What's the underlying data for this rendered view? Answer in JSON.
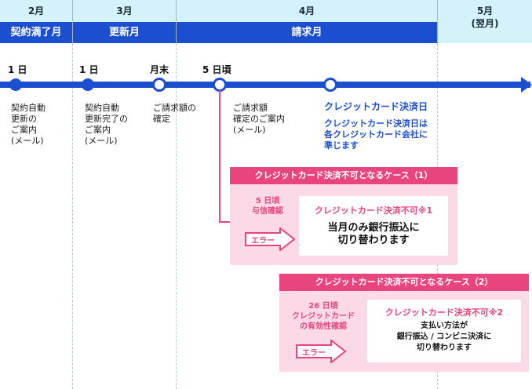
{
  "months": [
    {
      "label": "2月",
      "band": "契約満了月"
    },
    {
      "label": "3月",
      "band": "更新月"
    },
    {
      "label": "4月",
      "band": "請求月"
    },
    {
      "label": "5月\n(翌月)",
      "band": ""
    }
  ],
  "milestones": [
    {
      "date": "1 日",
      "note": "契約自動\n更新の\nご案内\n(メール)"
    },
    {
      "date": "1 日",
      "note": "契約自動\n更新完了の\nご案内\n(メール)"
    },
    {
      "date": "月末",
      "note": "ご請求額の\n確定"
    },
    {
      "date": "5 日頃",
      "note": "ご請求額\n確定のご案内\n(メール)"
    },
    {
      "date": "",
      "title": "クレジットカード決済日",
      "note": "クレジットカード決済日は\n各クレジットカード会社に\n準じます"
    }
  ],
  "case1": {
    "title": "クレジットカード決済不可となるケース（1）",
    "sub": "5 日頃\n与信確認",
    "error": "エラー",
    "box_title": "クレジットカード決済不可※1",
    "box_body": "当月のみ銀行振込に\n切り替わります"
  },
  "case2": {
    "title": "クレジットカード決済不可となるケース（2）",
    "sub": "26 日頃\nクレジットカード\nの有効性確認",
    "error": "エラー",
    "box_title": "クレジットカード決済不可※2",
    "box_body": "支払い方法が\n銀行振込 / コンビニ決済に\n切り替わります"
  },
  "colors": {
    "blue": "#1b4fcf",
    "pink": "#e8457e",
    "pink_light": "#fbd9e6",
    "header_bg": "#d5f1f9"
  }
}
